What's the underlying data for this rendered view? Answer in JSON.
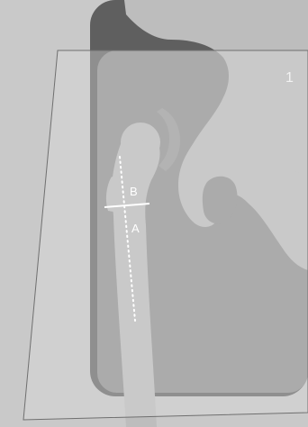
{
  "figure": {
    "panel_number": "1",
    "labels": {
      "upper": "B",
      "lower": "A"
    },
    "colors": {
      "page_background": "#c9c9c9",
      "film_outer": "#5f5f5f",
      "film_inner": "#8a8a8a",
      "bone": "#bdbdbd",
      "overlay_sheet": "#d2d2d2",
      "marker_line": "#ffffff"
    }
  }
}
